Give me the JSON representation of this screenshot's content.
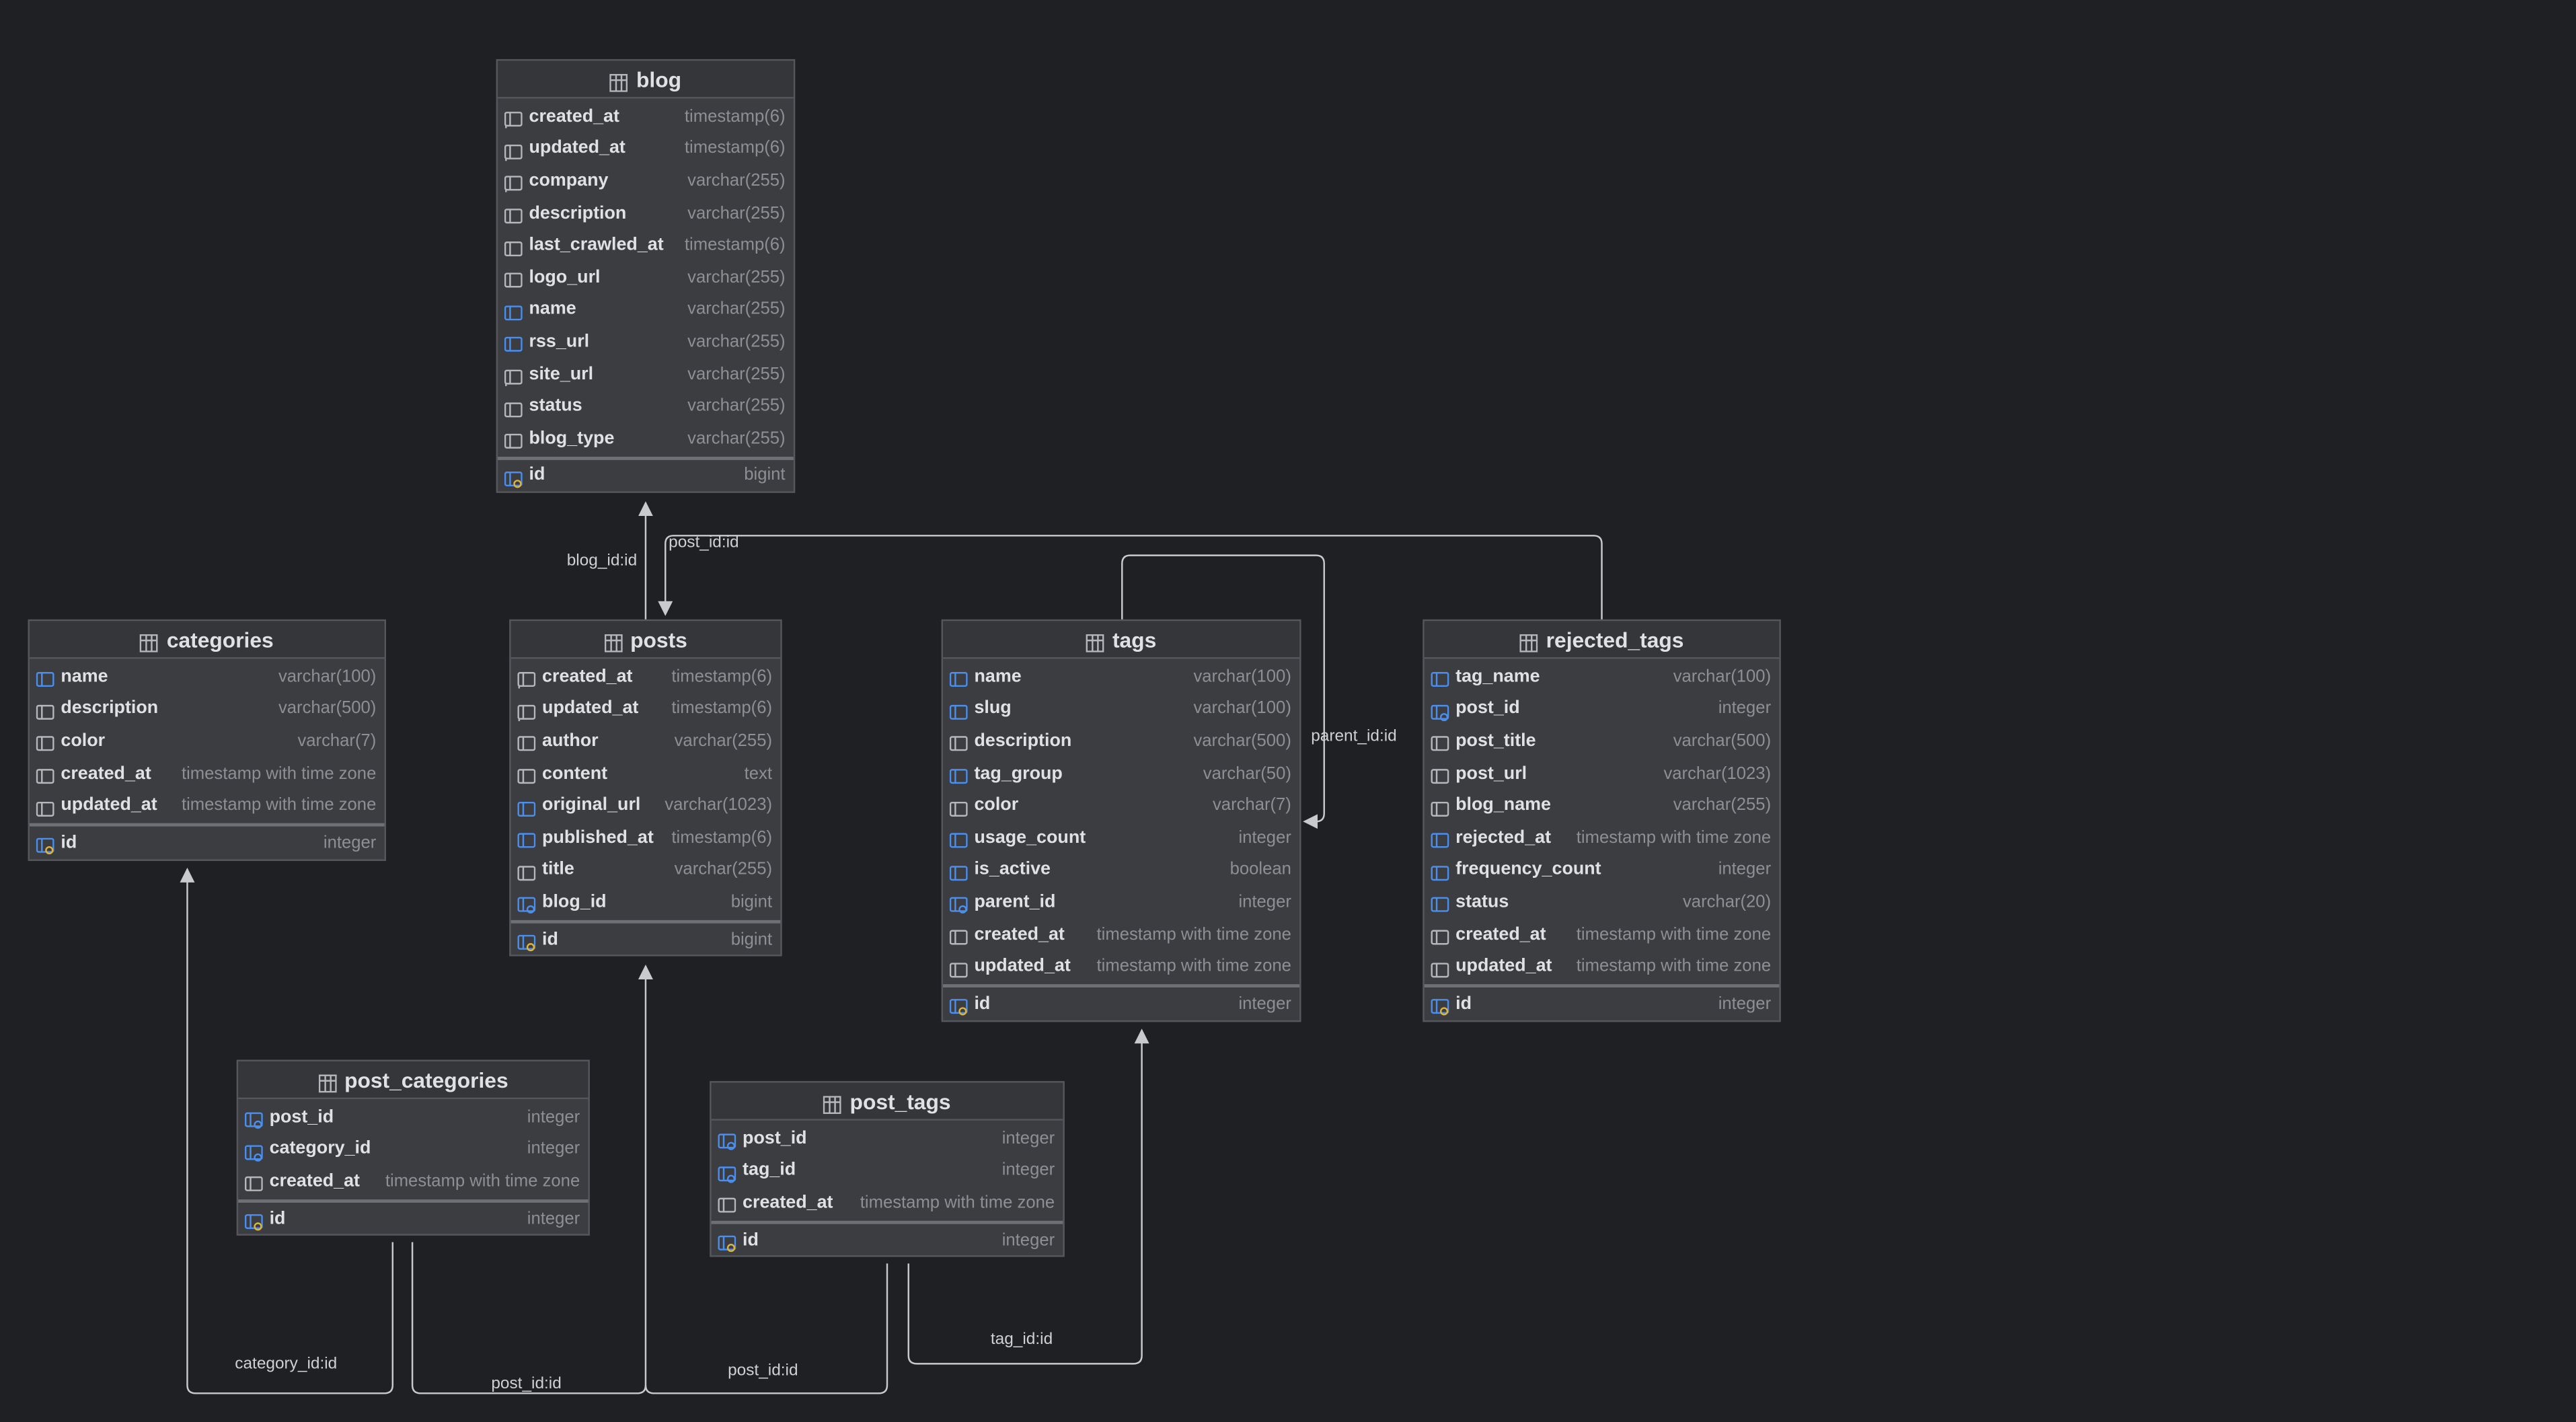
{
  "diagram": {
    "tables": [
      {
        "id": "blog",
        "name": "blog",
        "columns": [
          {
            "name": "created_at",
            "type": "timestamp(6)",
            "icon": "not-null-column-icon"
          },
          {
            "name": "updated_at",
            "type": "timestamp(6)",
            "icon": "not-null-column-icon"
          },
          {
            "name": "company",
            "type": "varchar(255)",
            "icon": "not-null-column-icon"
          },
          {
            "name": "description",
            "type": "varchar(255)",
            "icon": "column-icon"
          },
          {
            "name": "last_crawled_at",
            "type": "timestamp(6)",
            "icon": "column-icon"
          },
          {
            "name": "logo_url",
            "type": "varchar(255)",
            "icon": "column-icon"
          },
          {
            "name": "name",
            "type": "varchar(255)",
            "icon": "unique-column-icon"
          },
          {
            "name": "rss_url",
            "type": "varchar(255)",
            "icon": "unique-column-icon"
          },
          {
            "name": "site_url",
            "type": "varchar(255)",
            "icon": "not-null-column-icon"
          },
          {
            "name": "status",
            "type": "varchar(255)",
            "icon": "column-icon"
          },
          {
            "name": "blog_type",
            "type": "varchar(255)",
            "icon": "column-icon"
          }
        ],
        "pk": {
          "name": "id",
          "type": "bigint",
          "icon": "primary-key-icon"
        }
      },
      {
        "id": "categories",
        "name": "categories",
        "columns": [
          {
            "name": "name",
            "type": "varchar(100)",
            "icon": "unique-column-icon"
          },
          {
            "name": "description",
            "type": "varchar(500)",
            "icon": "column-icon"
          },
          {
            "name": "color",
            "type": "varchar(7)",
            "icon": "column-icon"
          },
          {
            "name": "created_at",
            "type": "timestamp with time zone",
            "icon": "column-icon"
          },
          {
            "name": "updated_at",
            "type": "timestamp with time zone",
            "icon": "column-icon"
          }
        ],
        "pk": {
          "name": "id",
          "type": "integer",
          "icon": "primary-key-icon"
        }
      },
      {
        "id": "posts",
        "name": "posts",
        "columns": [
          {
            "name": "created_at",
            "type": "timestamp(6)",
            "icon": "not-null-column-icon"
          },
          {
            "name": "updated_at",
            "type": "timestamp(6)",
            "icon": "not-null-column-icon"
          },
          {
            "name": "author",
            "type": "varchar(255)",
            "icon": "column-icon"
          },
          {
            "name": "content",
            "type": "text",
            "icon": "column-icon"
          },
          {
            "name": "original_url",
            "type": "varchar(1023)",
            "icon": "unique-column-icon"
          },
          {
            "name": "published_at",
            "type": "timestamp(6)",
            "icon": "indexed-column-icon"
          },
          {
            "name": "title",
            "type": "varchar(255)",
            "icon": "column-icon"
          },
          {
            "name": "blog_id",
            "type": "bigint",
            "icon": "foreign-key-icon"
          }
        ],
        "pk": {
          "name": "id",
          "type": "bigint",
          "icon": "primary-key-icon"
        }
      },
      {
        "id": "tags",
        "name": "tags",
        "columns": [
          {
            "name": "name",
            "type": "varchar(100)",
            "icon": "unique-column-icon"
          },
          {
            "name": "slug",
            "type": "varchar(100)",
            "icon": "unique-column-icon"
          },
          {
            "name": "description",
            "type": "varchar(500)",
            "icon": "column-icon"
          },
          {
            "name": "tag_group",
            "type": "varchar(50)",
            "icon": "indexed-column-icon"
          },
          {
            "name": "color",
            "type": "varchar(7)",
            "icon": "column-icon"
          },
          {
            "name": "usage_count",
            "type": "integer",
            "icon": "indexed-column-icon"
          },
          {
            "name": "is_active",
            "type": "boolean",
            "icon": "indexed-column-icon"
          },
          {
            "name": "parent_id",
            "type": "integer",
            "icon": "foreign-key-icon"
          },
          {
            "name": "created_at",
            "type": "timestamp with time zone",
            "icon": "column-icon"
          },
          {
            "name": "updated_at",
            "type": "timestamp with time zone",
            "icon": "column-icon"
          }
        ],
        "pk": {
          "name": "id",
          "type": "integer",
          "icon": "primary-key-icon"
        }
      },
      {
        "id": "rejected_tags",
        "name": "rejected_tags",
        "columns": [
          {
            "name": "tag_name",
            "type": "varchar(100)",
            "icon": "unique-column-icon"
          },
          {
            "name": "post_id",
            "type": "integer",
            "icon": "foreign-key-icon"
          },
          {
            "name": "post_title",
            "type": "varchar(500)",
            "icon": "column-icon"
          },
          {
            "name": "post_url",
            "type": "varchar(1023)",
            "icon": "column-icon"
          },
          {
            "name": "blog_name",
            "type": "varchar(255)",
            "icon": "column-icon"
          },
          {
            "name": "rejected_at",
            "type": "timestamp with time zone",
            "icon": "indexed-column-icon"
          },
          {
            "name": "frequency_count",
            "type": "integer",
            "icon": "indexed-column-icon"
          },
          {
            "name": "status",
            "type": "varchar(20)",
            "icon": "indexed-column-icon"
          },
          {
            "name": "created_at",
            "type": "timestamp with time zone",
            "icon": "column-icon"
          },
          {
            "name": "updated_at",
            "type": "timestamp with time zone",
            "icon": "column-icon"
          }
        ],
        "pk": {
          "name": "id",
          "type": "integer",
          "icon": "primary-key-icon"
        }
      },
      {
        "id": "post_categories",
        "name": "post_categories",
        "columns": [
          {
            "name": "post_id",
            "type": "integer",
            "icon": "foreign-key-icon"
          },
          {
            "name": "category_id",
            "type": "integer",
            "icon": "foreign-key-icon"
          },
          {
            "name": "created_at",
            "type": "timestamp with time zone",
            "icon": "column-icon"
          }
        ],
        "pk": {
          "name": "id",
          "type": "integer",
          "icon": "primary-key-icon"
        }
      },
      {
        "id": "post_tags",
        "name": "post_tags",
        "columns": [
          {
            "name": "post_id",
            "type": "integer",
            "icon": "foreign-key-icon"
          },
          {
            "name": "tag_id",
            "type": "integer",
            "icon": "foreign-key-icon"
          },
          {
            "name": "created_at",
            "type": "timestamp with time zone",
            "icon": "column-icon"
          }
        ],
        "pk": {
          "name": "id",
          "type": "integer",
          "icon": "primary-key-icon"
        }
      }
    ],
    "relations": [
      {
        "id": "blog_id",
        "label": "blog_id:id",
        "from": "posts",
        "to": "blog"
      },
      {
        "id": "rejected_post_id",
        "label": "post_id:id",
        "from": "rejected_tags",
        "to": "posts"
      },
      {
        "id": "parent_id",
        "label": "parent_id:id",
        "from": "tags",
        "to": "tags"
      },
      {
        "id": "category_id",
        "label": "category_id:id",
        "from": "post_categories",
        "to": "categories"
      },
      {
        "id": "post_categories_post_id",
        "label": "post_id:id",
        "from": "post_categories",
        "to": "posts"
      },
      {
        "id": "post_tags_post_id",
        "label": "post_id:id",
        "from": "post_tags",
        "to": "posts"
      },
      {
        "id": "tag_id",
        "label": "tag_id:id",
        "from": "post_tags",
        "to": "tags"
      }
    ]
  },
  "colors": {
    "background": "#1f2024",
    "table_fill": "#3b3d41",
    "header_fill": "#34363a",
    "border": "#55575c",
    "edge": "#c9cace",
    "text": "#dfe1e5",
    "type_text": "#8d8f94",
    "key_blue": "#4a8ff0",
    "key_gold": "#e0b43a"
  }
}
